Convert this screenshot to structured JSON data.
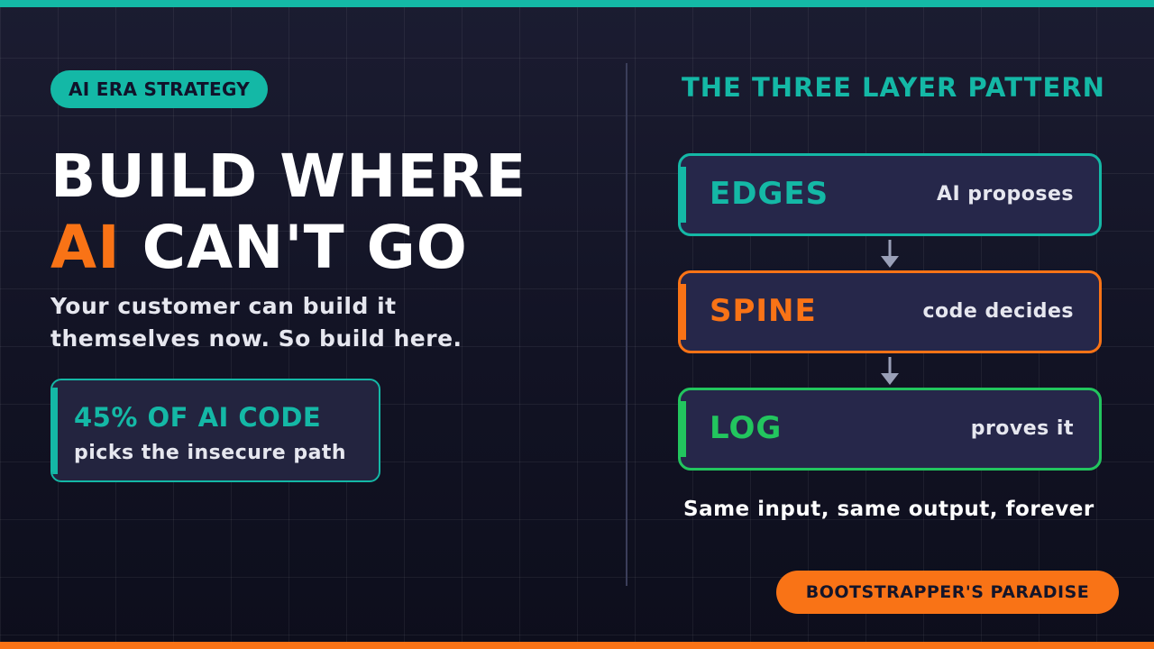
{
  "badge": {
    "label": "AI ERA STRATEGY"
  },
  "headline": {
    "line1": "BUILD WHERE",
    "line2_accent": "AI",
    "line2_rest": " CAN'T GO"
  },
  "subhead": "Your customer can build it themselves now. So build here.",
  "stat": {
    "value": "45% OF AI CODE",
    "caption": "picks the insecure path"
  },
  "pattern": {
    "title": "THE THREE LAYER PATTERN",
    "layers": [
      {
        "name": "EDGES",
        "description": "AI proposes",
        "color": "#14b8a6"
      },
      {
        "name": "SPINE",
        "description": "code decides",
        "color": "#f97316"
      },
      {
        "name": "LOG",
        "description": "proves it",
        "color": "#22c55e"
      }
    ],
    "tagline": "Same input, same output, forever"
  },
  "footer_badge": {
    "label": "BOOTSTRAPPER'S PARADISE"
  },
  "colors": {
    "teal": "#14b8a6",
    "orange": "#f97316",
    "green": "#22c55e",
    "background": "#121324"
  }
}
